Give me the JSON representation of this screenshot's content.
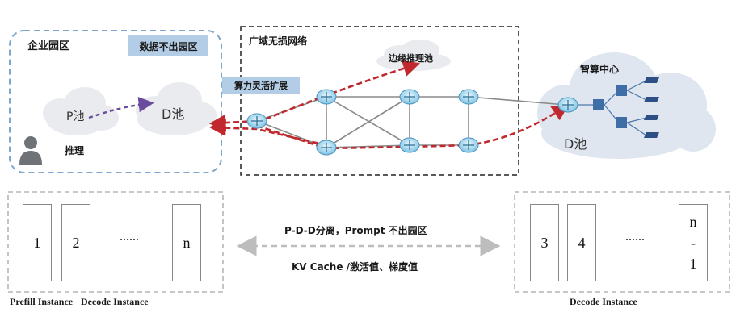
{
  "enterprise": {
    "title": "企业园区",
    "badge": "数据不出园区",
    "p_pool": "P池",
    "d_pool": "D池",
    "user_label": "推理"
  },
  "wan": {
    "title": "广域无损网络",
    "edge_pool": "边缘推理池",
    "compute_tag": "算力灵活扩展"
  },
  "datacenter": {
    "title": "智算中心",
    "d_pool": "D池"
  },
  "bottom": {
    "prefill_boxes": [
      "1",
      "2",
      "......",
      "n"
    ],
    "prefill_caption": "Prefill Instance +Decode Instance",
    "middle_line1": "P-D-D分离，Prompt 不出园区",
    "middle_line2": "KV Cache /激活值、梯度值",
    "decode_boxes": [
      "3",
      "4",
      "......"
    ],
    "decode_last": [
      "n",
      "-",
      "1"
    ],
    "decode_caption": "Decode Instance"
  },
  "colors": {
    "dashed_blue": "#7fa6cc",
    "cloud": "#e8e9ec",
    "cloud_dc": "#dfe7f1",
    "tag_blue": "#b4cde6",
    "red_path": "#c0282d",
    "purple_path": "#6a4a9c",
    "router": "#9fd0e8"
  }
}
